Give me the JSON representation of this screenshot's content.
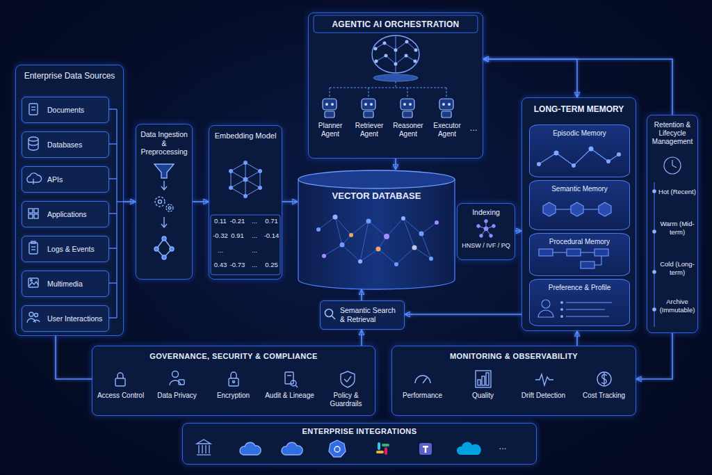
{
  "diagram": {
    "nodes": [
      {
        "text": [
          "Enterprise Data Sources"
        ]
      },
      {
        "text": [
          "Documents"
        ],
        "in": 0
      },
      {
        "text": [
          "Databases"
        ],
        "in": 0
      },
      {
        "text": [
          "APIs"
        ],
        "in": 0
      },
      {
        "text": [
          "Applications"
        ],
        "in": 0
      },
      {
        "text": [
          "Logs & Events"
        ],
        "in": 0
      },
      {
        "text": [
          "Multimedia"
        ],
        "in": 0
      },
      {
        "text": [
          "User Interactions"
        ],
        "in": 0
      },
      {
        "text": [
          "Data Ingestion & Preprocessing"
        ]
      },
      {
        "text": [
          "Embedding Model"
        ]
      },
      {
        "text": [
          "AGENTIC AI ORCHESTRATION"
        ]
      },
      {
        "text": [
          "Planner Agent"
        ],
        "in": 10
      },
      {
        "text": [
          "Retriever Agent"
        ],
        "in": 10
      },
      {
        "text": [
          "Reasoner Agent"
        ],
        "in": 10
      },
      {
        "text": [
          "Executor Agent"
        ],
        "in": 10
      },
      {
        "text": [
          "VECTOR DATABASE"
        ]
      },
      {
        "text": [
          "Indexing",
          "HNSW / IVF / PQ"
        ]
      },
      {
        "text": [
          "Semantic Search & Retrieval"
        ]
      },
      {
        "text": [
          "LONG-TERM MEMORY"
        ]
      },
      {
        "text": [
          "Episodic Memory"
        ],
        "in": 18
      },
      {
        "text": [
          "Semantic Memory"
        ],
        "in": 18
      },
      {
        "text": [
          "Procedural Memory"
        ],
        "in": 18
      },
      {
        "text": [
          "Preference & Profile"
        ],
        "in": 18
      },
      {
        "text": [
          "Retention & Lifecycle Management",
          "Hot (Recent)",
          "Warm (Mid-term)",
          "Cold (Long-term)",
          "Archive (Immutable)"
        ]
      },
      {
        "text": [
          "GOVERNANCE, SECURITY & COMPLIANCE",
          "Access Control",
          "Data Privacy",
          "Encryption",
          "Audit & Lineage",
          "Policy & Guardrails"
        ]
      },
      {
        "text": [
          "MONITORING & OBSERVABILITY",
          "Performance",
          "Quality",
          "Drift Detection",
          "Cost Tracking"
        ]
      },
      {
        "text": [
          "ENTERPRISE INTEGRATIONS"
        ]
      }
    ],
    "edges": [
      {
        "from": 0,
        "to": 8,
        "arrow": "to"
      },
      {
        "from": 8,
        "to": 9,
        "arrow": "to"
      },
      {
        "from": 9,
        "to": 15,
        "arrow": "to"
      },
      {
        "from": 10,
        "to": 15,
        "arrow": "to"
      },
      {
        "from": 16,
        "to": 18,
        "arrow": "to"
      },
      {
        "from": 18,
        "to": 10,
        "arrow": "both"
      },
      {
        "from": 23,
        "to": 10,
        "arrow": "to"
      },
      {
        "from": 23,
        "to": 25,
        "arrow": "to"
      },
      {
        "from": 18,
        "to": 17,
        "arrow": "to"
      },
      {
        "from": 17,
        "to": 15,
        "arrow": "to"
      },
      {
        "from": 25,
        "to": 18,
        "arrow": "to"
      },
      {
        "from": 24,
        "to": 17,
        "arrow": "to"
      },
      {
        "from": 0,
        "to": 24,
        "arrow": "none"
      }
    ],
    "labels": [
      "0.11",
      "-0.21",
      "...",
      "0.71",
      "-0.32",
      "0.91",
      "...",
      "-0.14",
      "...",
      "...",
      "0.43",
      "-0.73",
      "...",
      "0.25",
      "...",
      "..."
    ]
  }
}
